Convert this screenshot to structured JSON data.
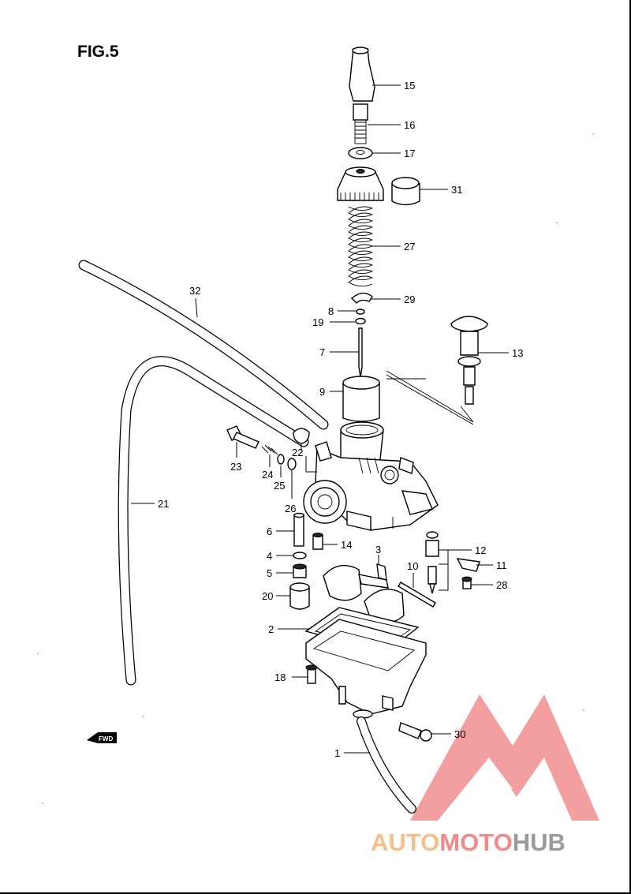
{
  "figure": {
    "title": "FIG.5"
  },
  "direction_marker": {
    "label": "FWD"
  },
  "watermark": {
    "brand_a": "AUTO",
    "brand_b": "MOTO",
    "brand_c": "HUB"
  },
  "callouts": {
    "c1": "1",
    "c2": "2",
    "c3": "3",
    "c4": "4",
    "c5": "5",
    "c6": "6",
    "c7": "7",
    "c8": "8",
    "c9": "9",
    "c10": "10",
    "c11": "11",
    "c12": "12",
    "c13": "13",
    "c14": "14",
    "c15": "15",
    "c16": "16",
    "c17": "17",
    "c18": "18",
    "c19": "19",
    "c20": "20",
    "c21": "21",
    "c22": "22",
    "c23": "23",
    "c24": "24",
    "c25": "25",
    "c26": "26",
    "c27": "27",
    "c28": "28",
    "c29": "29",
    "c30": "30",
    "c31": "31",
    "c32": "32"
  },
  "colors": {
    "watermark_red": "#f07f7f",
    "watermark_orange": "#f6bf8a",
    "watermark_gray": "#9a9a9a"
  }
}
